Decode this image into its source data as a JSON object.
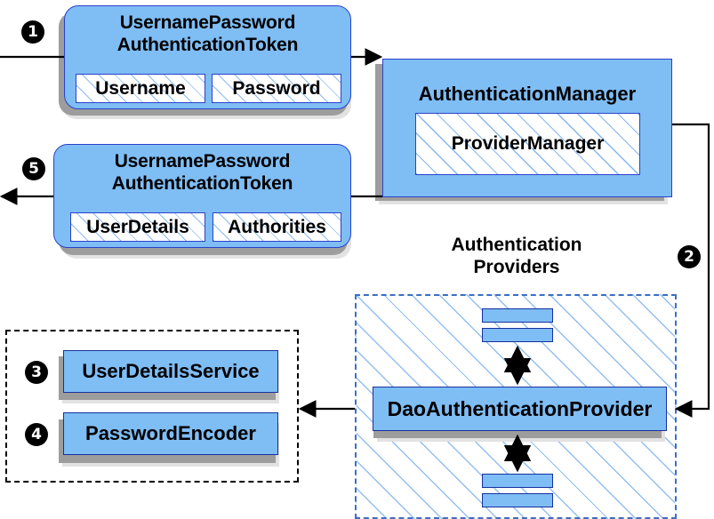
{
  "diagram": {
    "title": "Spring Security DaoAuthenticationProvider flow",
    "accent_blue": "#7fbdf5",
    "border_blue": "#2a42c8",
    "hatch_blue": "#78afeb",
    "shadow_gray": "#9d9d9d"
  },
  "steps": [
    {
      "number": "❶",
      "label": "1"
    },
    {
      "number": "❷",
      "label": "2"
    },
    {
      "number": "❸",
      "label": "3"
    },
    {
      "number": "❹",
      "label": "4"
    },
    {
      "number": "❺",
      "label": "5"
    }
  ],
  "request_token": {
    "title_line1": "UsernamePassword",
    "title_line2": "AuthenticationToken",
    "fields": [
      {
        "label": "Username"
      },
      {
        "label": "Password"
      }
    ]
  },
  "response_token": {
    "title_line1": "UsernamePassword",
    "title_line2": "AuthenticationToken",
    "fields": [
      {
        "label": "UserDetails"
      },
      {
        "label": "Authorities"
      }
    ]
  },
  "authentication_manager": {
    "title": "AuthenticationManager",
    "inner": "ProviderManager"
  },
  "authentication_providers": {
    "title_line1": "Authentication",
    "title_line2": "Providers",
    "main_provider": "DaoAuthenticationProvider",
    "other_providers_count": 4
  },
  "dependencies": {
    "items": [
      {
        "label": "UserDetailsService"
      },
      {
        "label": "PasswordEncoder"
      }
    ]
  }
}
